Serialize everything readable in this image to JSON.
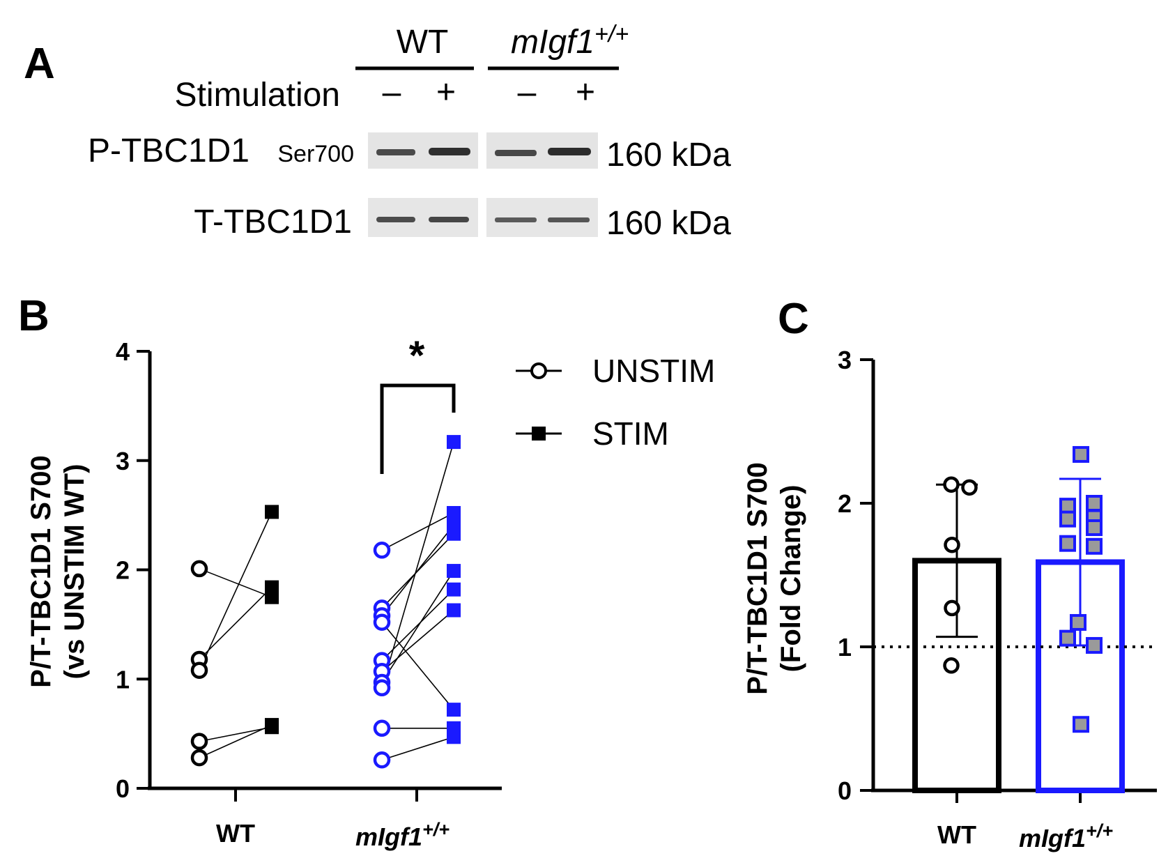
{
  "panels": {
    "a": "A",
    "b": "B",
    "c": "C"
  },
  "blot": {
    "group_wt": "WT",
    "group_migf1": "mIgf1",
    "group_migf1_sup": "+/+",
    "stimulation_label": "Stimulation",
    "lane_signs": [
      "–",
      "+",
      "–",
      "+"
    ],
    "p_label": "P-TBC1D1",
    "p_site": "Ser700",
    "t_label": "T-TBC1D1",
    "p_mw": "160 kDa",
    "t_mw": "160 kDa"
  },
  "colors": {
    "wt": "#000000",
    "migf1": "#1a1aff",
    "square_fill_c": "#9a9a9a"
  },
  "chart_data": [
    {
      "type": "scatter",
      "title": "",
      "ylabel_line1": "P/T-TBC1D1 S700",
      "ylabel_line2": "(vs UNSTIM WT)",
      "ylim": [
        0,
        4
      ],
      "yticks": [
        "0",
        "1",
        "2",
        "3",
        "4"
      ],
      "categories": [
        "WT",
        "mIgf1"
      ],
      "category_sup": [
        "",
        "+/+"
      ],
      "legend": [
        "UNSTIM",
        "STIM"
      ],
      "legend_placement": "top-right",
      "significance": "*",
      "series": [
        {
          "name": "UNSTIM",
          "group": "WT",
          "values": [
            2.01,
            1.18,
            1.08,
            0.43,
            0.28
          ]
        },
        {
          "name": "STIM",
          "group": "WT",
          "values": [
            1.75,
            1.84,
            2.53,
            0.56,
            0.58
          ]
        },
        {
          "name": "UNSTIM",
          "group": "mIgf1",
          "values": [
            2.18,
            1.65,
            1.58,
            1.52,
            1.17,
            1.07,
            0.97,
            0.92,
            0.55,
            0.26
          ]
        },
        {
          "name": "STIM",
          "group": "mIgf1",
          "values": [
            3.17,
            2.52,
            2.41,
            2.33,
            1.99,
            1.82,
            1.63,
            0.72,
            0.55,
            0.47
          ]
        }
      ],
      "pairs": [
        {
          "group": "WT",
          "unstim": 2.01,
          "stim": 1.75
        },
        {
          "group": "WT",
          "unstim": 1.18,
          "stim": 1.84
        },
        {
          "group": "WT",
          "unstim": 1.08,
          "stim": 2.53
        },
        {
          "group": "WT",
          "unstim": 0.43,
          "stim": 0.56
        },
        {
          "group": "WT",
          "unstim": 0.28,
          "stim": 0.58
        },
        {
          "group": "mIgf1",
          "unstim": 2.18,
          "stim": 2.52
        },
        {
          "group": "mIgf1",
          "unstim": 1.65,
          "stim": 2.33
        },
        {
          "group": "mIgf1",
          "unstim": 1.58,
          "stim": 2.41
        },
        {
          "group": "mIgf1",
          "unstim": 1.52,
          "stim": 0.72
        },
        {
          "group": "mIgf1",
          "unstim": 1.17,
          "stim": 1.82
        },
        {
          "group": "mIgf1",
          "unstim": 1.07,
          "stim": 1.63
        },
        {
          "group": "mIgf1",
          "unstim": 0.97,
          "stim": 1.99
        },
        {
          "group": "mIgf1",
          "unstim": 0.92,
          "stim": 3.17
        },
        {
          "group": "mIgf1",
          "unstim": 0.55,
          "stim": 0.55
        },
        {
          "group": "mIgf1",
          "unstim": 0.26,
          "stim": 0.47
        }
      ]
    },
    {
      "type": "bar",
      "title": "",
      "ylabel_line1": "P/T-TBC1D1 S700",
      "ylabel_line2": "(Fold Change)",
      "ylim": [
        0,
        3
      ],
      "yticks": [
        "0",
        "1",
        "2",
        "3"
      ],
      "categories": [
        "WT",
        "mIgf1"
      ],
      "category_sup": [
        "",
        "+/+"
      ],
      "values": [
        1.6,
        1.59
      ],
      "error_sd": [
        0.53,
        0.58
      ],
      "reference_line": 1,
      "points": [
        [
          2.13,
          2.11,
          1.71,
          1.27,
          0.87
        ],
        [
          2.34,
          2.0,
          1.98,
          1.9,
          1.89,
          1.83,
          1.72,
          1.7,
          1.17,
          1.06,
          1.01,
          0.46
        ]
      ]
    }
  ]
}
